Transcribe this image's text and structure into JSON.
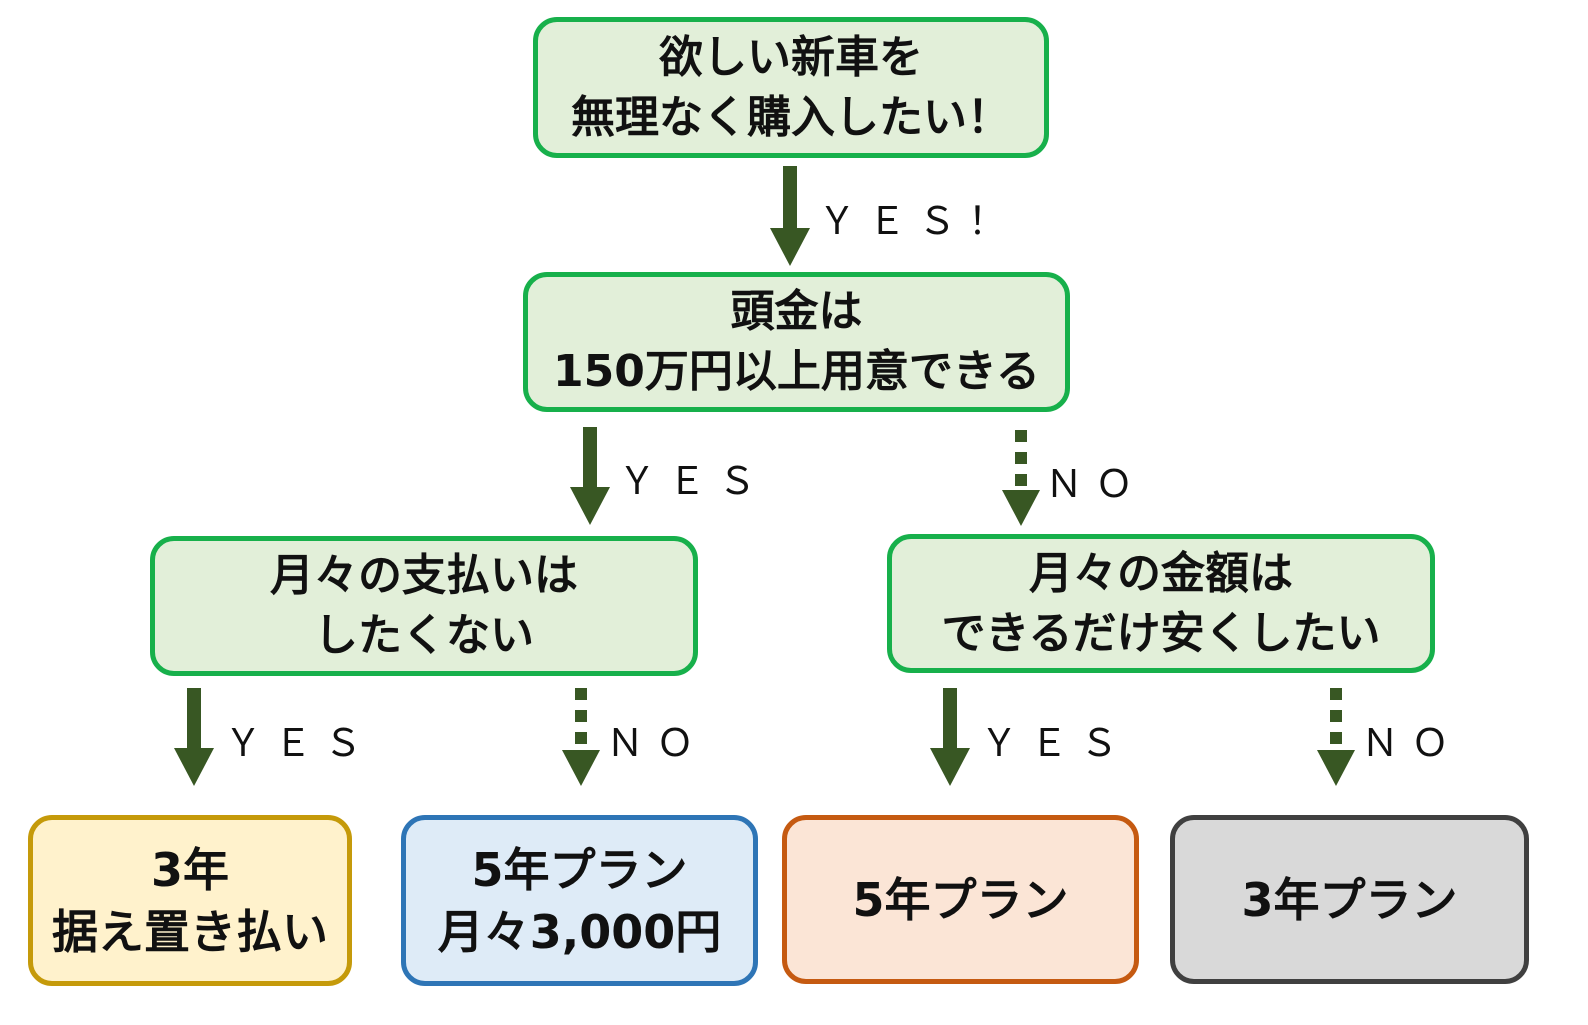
{
  "nodes": {
    "root": {
      "lines": [
        "欲しい新車を",
        "無理なく購入したい！"
      ]
    },
    "down_payment": {
      "lines": [
        "頭金は",
        "150万円以上用意できる"
      ]
    },
    "no_monthly": {
      "lines": [
        "月々の支払いは",
        "したくない"
      ]
    },
    "cheap_monthly": {
      "lines": [
        "月々の金額は",
        "できるだけ安くしたい"
      ]
    },
    "result_1": {
      "lines": [
        "3年",
        "据え置き払い"
      ],
      "bg": "#fff2cc",
      "border": "#c59a0a"
    },
    "result_2": {
      "lines": [
        "5年プラン",
        "月々3,000円"
      ],
      "bg": "#deebf7",
      "border": "#2e75b6"
    },
    "result_3": {
      "lines": [
        "5年プラン"
      ],
      "bg": "#fbe5d6",
      "border": "#c55a11"
    },
    "result_4": {
      "lines": [
        "3年プラン"
      ],
      "bg": "#d9d9d9",
      "border": "#404040"
    }
  },
  "edges": {
    "root_yes": "ＹＥＳ！",
    "dp_yes": "ＹＥＳ",
    "dp_no": "ＮＯ",
    "nm_yes": "ＹＥＳ",
    "nm_no": "ＮＯ",
    "cm_yes": "ＹＥＳ",
    "cm_no": "ＮＯ"
  },
  "colors": {
    "arrow": "#385723",
    "decision_bg": "#e2efd9",
    "decision_border": "#17b04b"
  }
}
